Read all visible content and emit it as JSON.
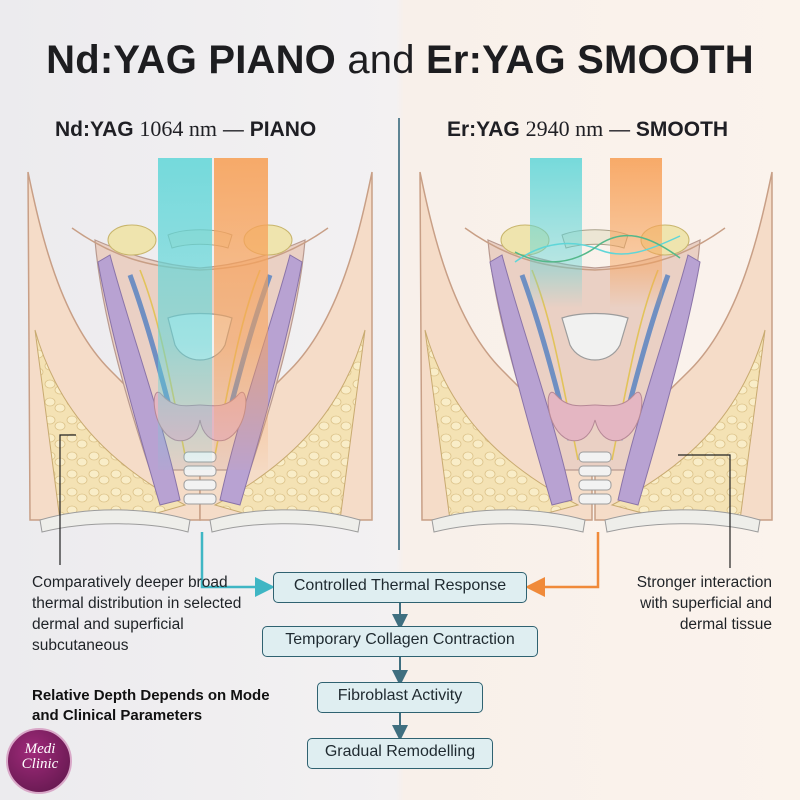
{
  "title": {
    "part1": "Nd:YAG PIANO",
    "and": "and",
    "part2": "Er:YAG SMOOTH"
  },
  "left_panel": {
    "laser": "Nd:YAG",
    "wavelength": "1064 nm",
    "dash": "—",
    "mode": "PIANO"
  },
  "right_panel": {
    "laser": "Er:YAG",
    "wavelength": "2940 nm",
    "dash": "—",
    "mode": "SMOOTH"
  },
  "flow_steps": [
    "Controlled Thermal Response",
    "Temporary Collagen Contraction",
    "Fibroblast Activity",
    "Gradual Remodelling"
  ],
  "left_note": "Comparatively deeper broad thermal distribution in selected dermal and superficial subcutaneous",
  "right_note": "Stronger interaction with superficial and dermal tissue",
  "depth_note": "Relative Depth Depends on Mode and Clinical Parameters",
  "logo": {
    "line1": "Medi",
    "line2": "Clinic"
  },
  "colors": {
    "cyan_beam": "#5fd6d8",
    "orange_beam": "#f7a25a",
    "flow_box_fill": "#dfeef1",
    "flow_box_border": "#2f6271",
    "connector_blue": "#3fb6c4",
    "connector_orange": "#f08a3a",
    "arrow": "#3f6f80"
  }
}
